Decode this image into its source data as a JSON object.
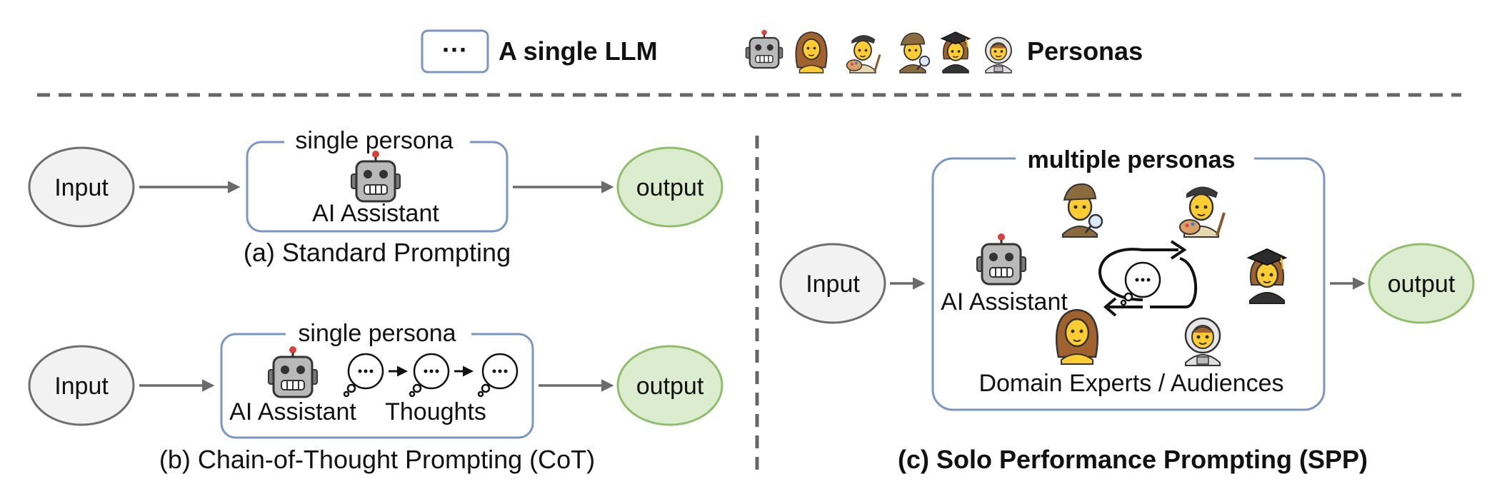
{
  "legend": {
    "llm_label": "A single LLM",
    "llm_glyph": "···",
    "personas_label": "Personas"
  },
  "panel_a": {
    "input": "Input",
    "box_title": "single persona",
    "assistant": "AI Assistant",
    "output": "output",
    "caption": "(a) Standard Prompting"
  },
  "panel_b": {
    "input": "Input",
    "box_title": "single persona",
    "assistant": "AI Assistant",
    "thoughts": "Thoughts",
    "output": "output",
    "caption": "(b) Chain-of-Thought Prompting (CoT)"
  },
  "panel_c": {
    "input": "Input",
    "box_title": "multiple personas",
    "assistant": "AI Assistant",
    "experts": "Domain Experts / Audiences",
    "output": "output",
    "caption": "(c) Solo Performance Prompting (SPP)"
  },
  "colors": {
    "box_border": "#7b96c4",
    "output_fill": "#dceccf",
    "output_border": "#8fbf6b",
    "input_fill": "#f2f2f2",
    "persona_skin": "#ffcc33"
  },
  "icons": [
    "robot-icon",
    "woman-icon",
    "artist-icon",
    "detective-icon",
    "graduate-icon",
    "astronaut-icon",
    "thought-bubble-icon",
    "cycle-arrows-icon"
  ]
}
